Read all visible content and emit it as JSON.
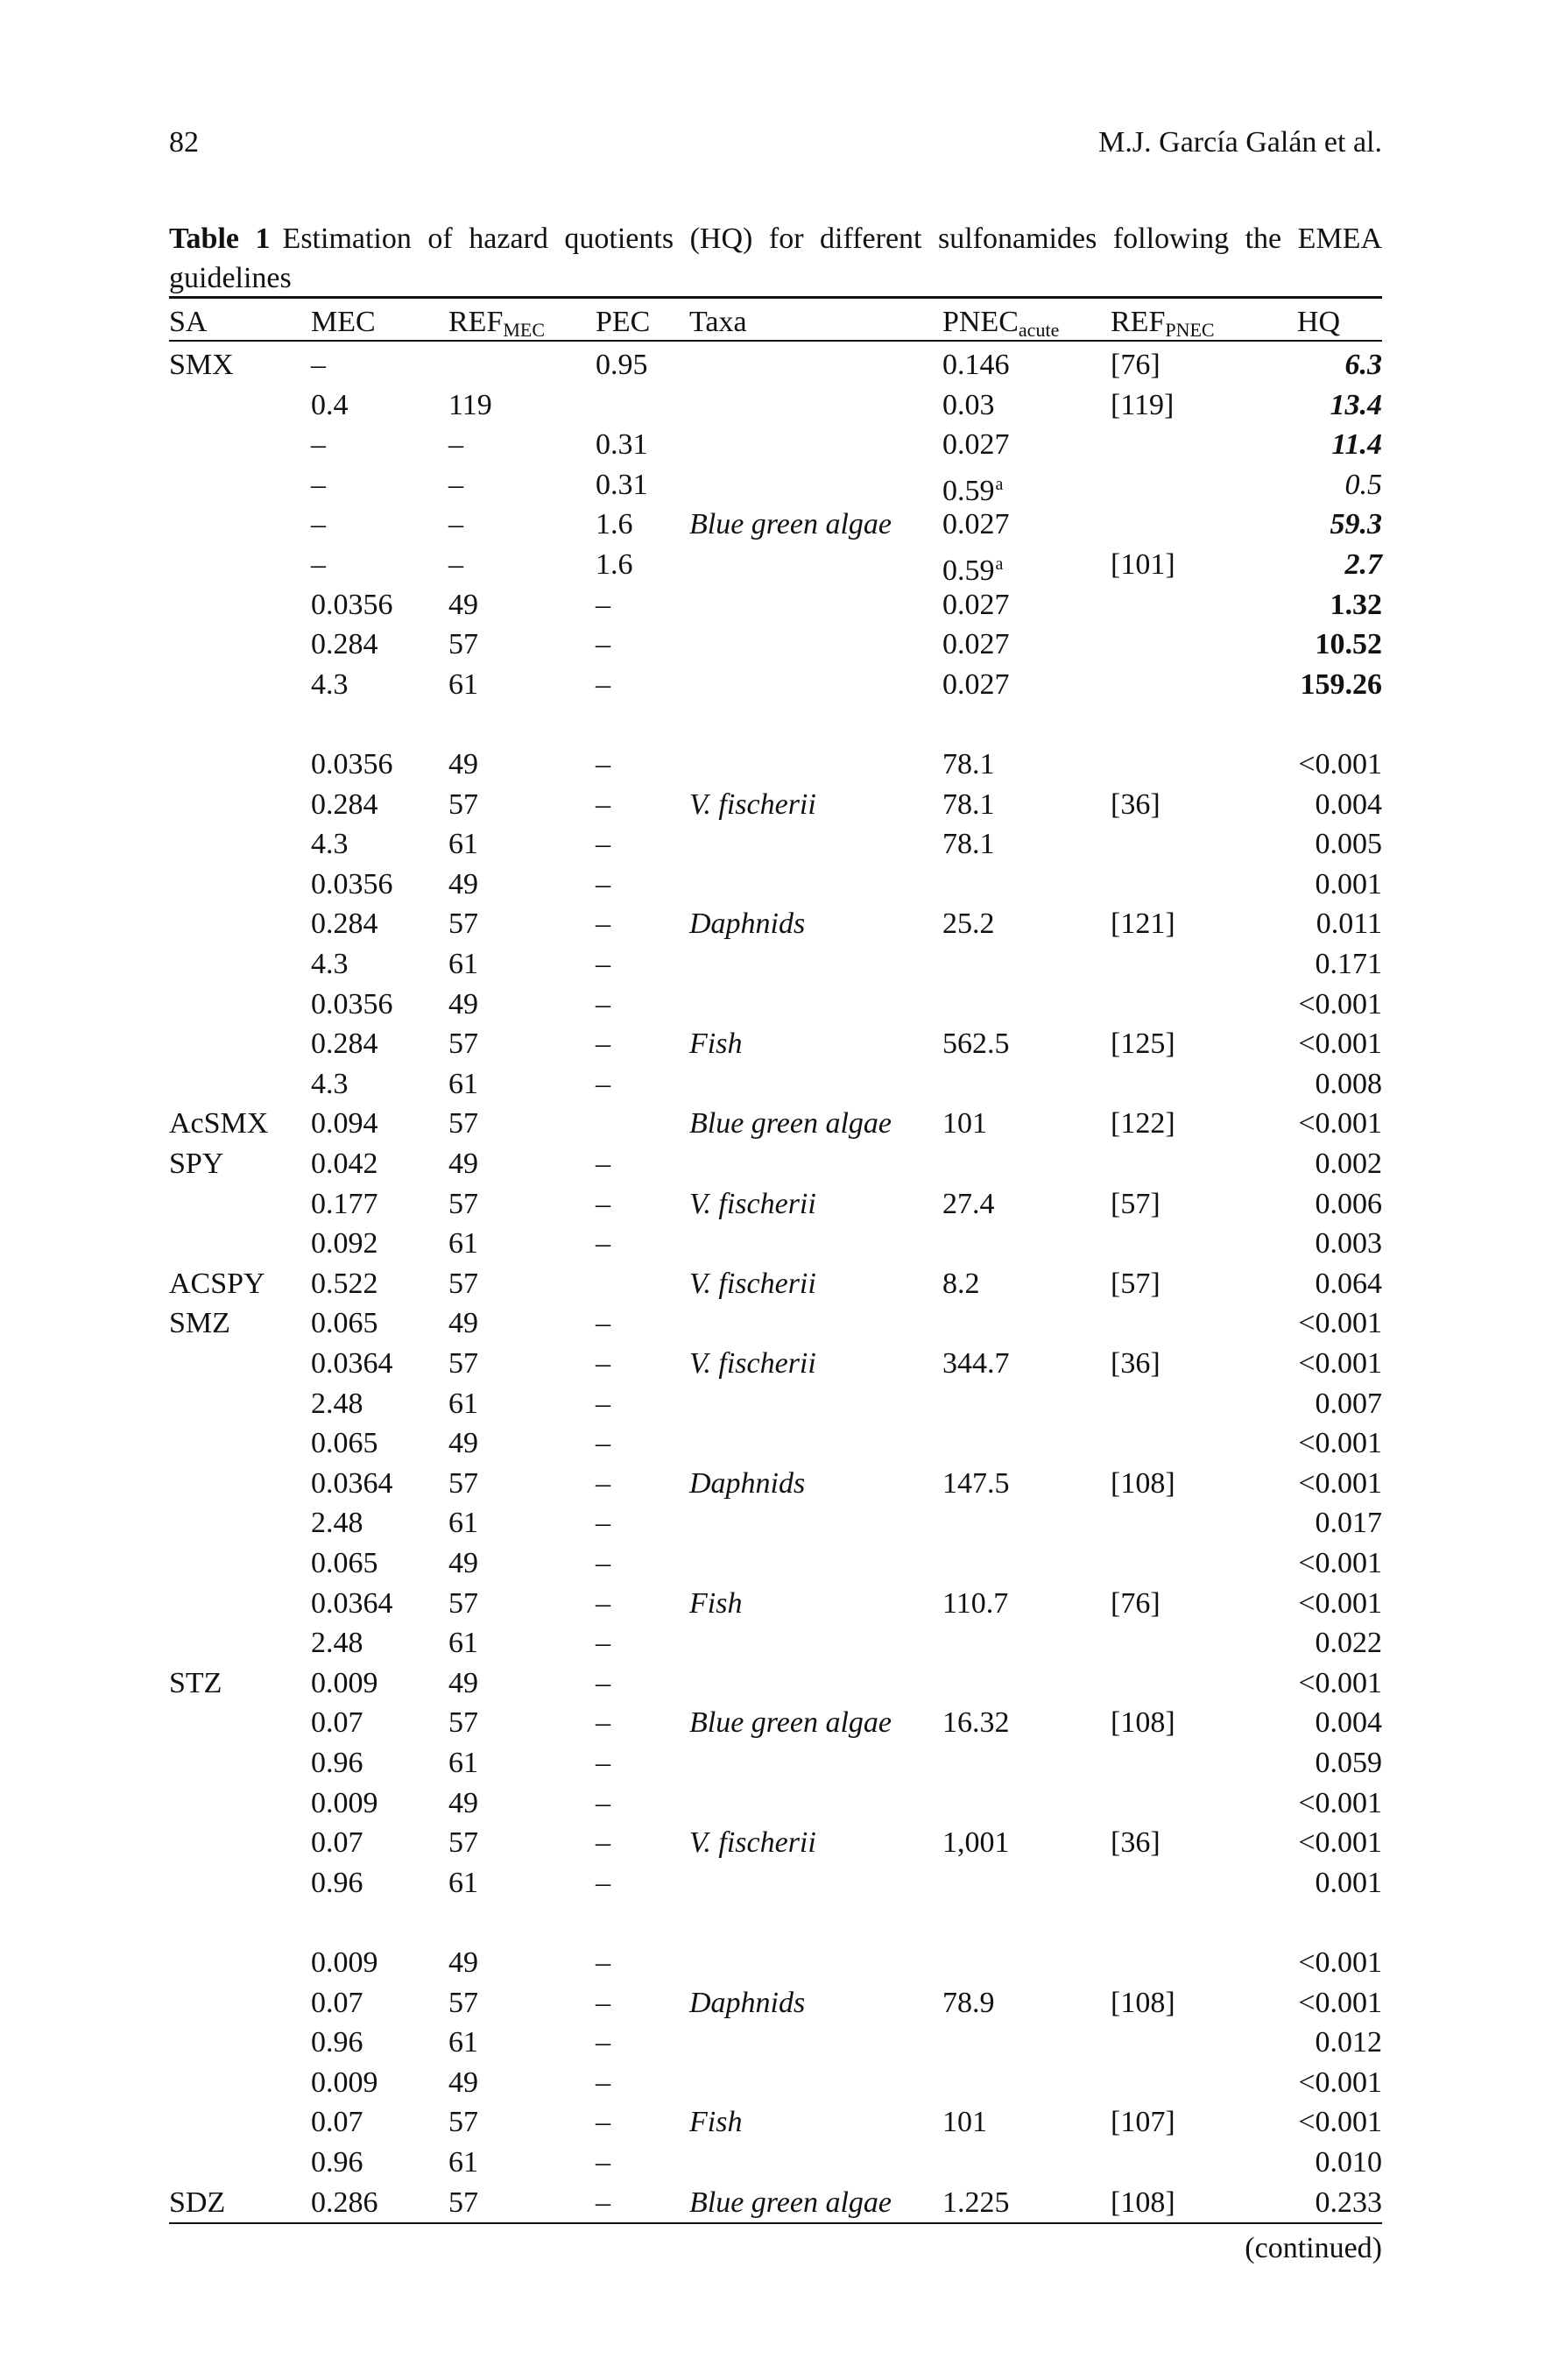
{
  "page": {
    "number": "82",
    "running_head": "M.J. García Galán et al.",
    "continued": "(continued)"
  },
  "caption": {
    "label": "Table 1",
    "text": "Estimation of hazard quotients (HQ) for different sulfonamides following the EMEA guidelines"
  },
  "columns": {
    "sa": "SA",
    "mec": "MEC",
    "refmec": "REF",
    "refmec_sub": "MEC",
    "pec": "PEC",
    "taxa": "Taxa",
    "pnec": "PNEC",
    "pnec_sub": "acute",
    "refpnec": "REF",
    "refpnec_sub": "PNEC",
    "hq": "HQ"
  },
  "rows": [
    {
      "sa": "SMX",
      "mec": "–",
      "refmec": "",
      "pec": "0.95",
      "taxa": "",
      "pnec": "0.146",
      "pnec_sup": "",
      "refpnec": "[76]",
      "hq": "6.3",
      "hq_style": "bi"
    },
    {
      "sa": "",
      "mec": "0.4",
      "refmec": "119",
      "pec": "",
      "taxa": "",
      "pnec": "0.03",
      "pnec_sup": "",
      "refpnec": "[119]",
      "hq": "13.4",
      "hq_style": "bi"
    },
    {
      "sa": "",
      "mec": "–",
      "refmec": "–",
      "pec": "0.31",
      "taxa": "",
      "pnec": "0.027",
      "pnec_sup": "",
      "refpnec": "",
      "hq": "11.4",
      "hq_style": "bi"
    },
    {
      "sa": "",
      "mec": "–",
      "refmec": "–",
      "pec": "0.31",
      "taxa": "",
      "pnec": "0.59",
      "pnec_sup": "a",
      "refpnec": "",
      "hq": "0.5",
      "hq_style": "i"
    },
    {
      "sa": "",
      "mec": "–",
      "refmec": "–",
      "pec": "1.6",
      "taxa": "Blue green algae",
      "pnec": "0.027",
      "pnec_sup": "",
      "refpnec": "",
      "hq": "59.3",
      "hq_style": "bi"
    },
    {
      "sa": "",
      "mec": "–",
      "refmec": "–",
      "pec": "1.6",
      "taxa": "",
      "pnec": "0.59",
      "pnec_sup": "a",
      "refpnec": "[101]",
      "hq": "2.7",
      "hq_style": "bi"
    },
    {
      "sa": "",
      "mec": "0.0356",
      "refmec": "49",
      "pec": "–",
      "taxa": "",
      "pnec": "0.027",
      "pnec_sup": "",
      "refpnec": "",
      "hq": "1.32",
      "hq_style": "b"
    },
    {
      "sa": "",
      "mec": "0.284",
      "refmec": "57",
      "pec": "–",
      "taxa": "",
      "pnec": "0.027",
      "pnec_sup": "",
      "refpnec": "",
      "hq": "10.52",
      "hq_style": "b"
    },
    {
      "sa": "",
      "mec": "4.3",
      "refmec": "61",
      "pec": "–",
      "taxa": "",
      "pnec": "0.027",
      "pnec_sup": "",
      "refpnec": "",
      "hq": "159.26",
      "hq_style": "b"
    },
    {
      "blank": true
    },
    {
      "sa": "",
      "mec": "0.0356",
      "refmec": "49",
      "pec": "–",
      "taxa": "",
      "pnec": "78.1",
      "pnec_sup": "",
      "refpnec": "",
      "hq": "<0.001",
      "hq_style": ""
    },
    {
      "sa": "",
      "mec": "0.284",
      "refmec": "57",
      "pec": "–",
      "taxa": "V. fischerii",
      "pnec": "78.1",
      "pnec_sup": "",
      "refpnec": "[36]",
      "hq": "0.004",
      "hq_style": ""
    },
    {
      "sa": "",
      "mec": "4.3",
      "refmec": "61",
      "pec": "–",
      "taxa": "",
      "pnec": "78.1",
      "pnec_sup": "",
      "refpnec": "",
      "hq": "0.005",
      "hq_style": ""
    },
    {
      "sa": "",
      "mec": "0.0356",
      "refmec": "49",
      "pec": "–",
      "taxa": "",
      "pnec": "",
      "pnec_sup": "",
      "refpnec": "",
      "hq": "0.001",
      "hq_style": ""
    },
    {
      "sa": "",
      "mec": "0.284",
      "refmec": "57",
      "pec": "–",
      "taxa": "Daphnids",
      "pnec": "25.2",
      "pnec_sup": "",
      "refpnec": "[121]",
      "hq": "0.011",
      "hq_style": ""
    },
    {
      "sa": "",
      "mec": "4.3",
      "refmec": "61",
      "pec": "–",
      "taxa": "",
      "pnec": "",
      "pnec_sup": "",
      "refpnec": "",
      "hq": "0.171",
      "hq_style": ""
    },
    {
      "sa": "",
      "mec": "0.0356",
      "refmec": "49",
      "pec": "–",
      "taxa": "",
      "pnec": "",
      "pnec_sup": "",
      "refpnec": "",
      "hq": "<0.001",
      "hq_style": ""
    },
    {
      "sa": "",
      "mec": "0.284",
      "refmec": "57",
      "pec": "–",
      "taxa": "Fish",
      "pnec": "562.5",
      "pnec_sup": "",
      "refpnec": "[125]",
      "hq": "<0.001",
      "hq_style": ""
    },
    {
      "sa": "",
      "mec": "4.3",
      "refmec": "61",
      "pec": "–",
      "taxa": "",
      "pnec": "",
      "pnec_sup": "",
      "refpnec": "",
      "hq": "0.008",
      "hq_style": ""
    },
    {
      "sa": "AcSMX",
      "mec": "0.094",
      "refmec": "57",
      "pec": "",
      "taxa": "Blue green algae",
      "pnec": "101",
      "pnec_sup": "",
      "refpnec": "[122]",
      "hq": "<0.001",
      "hq_style": ""
    },
    {
      "sa": "SPY",
      "mec": "0.042",
      "refmec": "49",
      "pec": "–",
      "taxa": "",
      "pnec": "",
      "pnec_sup": "",
      "refpnec": "",
      "hq": "0.002",
      "hq_style": ""
    },
    {
      "sa": "",
      "mec": "0.177",
      "refmec": "57",
      "pec": "–",
      "taxa": "V. fischerii",
      "pnec": "27.4",
      "pnec_sup": "",
      "refpnec": "[57]",
      "hq": "0.006",
      "hq_style": ""
    },
    {
      "sa": "",
      "mec": "0.092",
      "refmec": "61",
      "pec": "–",
      "taxa": "",
      "pnec": "",
      "pnec_sup": "",
      "refpnec": "",
      "hq": "0.003",
      "hq_style": ""
    },
    {
      "sa": "ACSPY",
      "mec": "0.522",
      "refmec": "57",
      "pec": "",
      "taxa": "V. fischerii",
      "pnec": "8.2",
      "pnec_sup": "",
      "refpnec": "[57]",
      "hq": "0.064",
      "hq_style": ""
    },
    {
      "sa": "SMZ",
      "mec": "0.065",
      "refmec": "49",
      "pec": "–",
      "taxa": "",
      "pnec": "",
      "pnec_sup": "",
      "refpnec": "",
      "hq": "<0.001",
      "hq_style": ""
    },
    {
      "sa": "",
      "mec": "0.0364",
      "refmec": "57",
      "pec": "–",
      "taxa": "V. fischerii",
      "pnec": "344.7",
      "pnec_sup": "",
      "refpnec": "[36]",
      "hq": "<0.001",
      "hq_style": ""
    },
    {
      "sa": "",
      "mec": "2.48",
      "refmec": "61",
      "pec": "–",
      "taxa": "",
      "pnec": "",
      "pnec_sup": "",
      "refpnec": "",
      "hq": "0.007",
      "hq_style": ""
    },
    {
      "sa": "",
      "mec": "0.065",
      "refmec": "49",
      "pec": "–",
      "taxa": "",
      "pnec": "",
      "pnec_sup": "",
      "refpnec": "",
      "hq": "<0.001",
      "hq_style": ""
    },
    {
      "sa": "",
      "mec": "0.0364",
      "refmec": "57",
      "pec": "–",
      "taxa": "Daphnids",
      "pnec": "147.5",
      "pnec_sup": "",
      "refpnec": "[108]",
      "hq": "<0.001",
      "hq_style": ""
    },
    {
      "sa": "",
      "mec": "2.48",
      "refmec": "61",
      "pec": "–",
      "taxa": "",
      "pnec": "",
      "pnec_sup": "",
      "refpnec": "",
      "hq": "0.017",
      "hq_style": ""
    },
    {
      "sa": "",
      "mec": "0.065",
      "refmec": "49",
      "pec": "–",
      "taxa": "",
      "pnec": "",
      "pnec_sup": "",
      "refpnec": "",
      "hq": "<0.001",
      "hq_style": ""
    },
    {
      "sa": "",
      "mec": "0.0364",
      "refmec": "57",
      "pec": "–",
      "taxa": "Fish",
      "pnec": "110.7",
      "pnec_sup": "",
      "refpnec": "[76]",
      "hq": "<0.001",
      "hq_style": ""
    },
    {
      "sa": "",
      "mec": "2.48",
      "refmec": "61",
      "pec": "–",
      "taxa": "",
      "pnec": "",
      "pnec_sup": "",
      "refpnec": "",
      "hq": "0.022",
      "hq_style": ""
    },
    {
      "sa": "STZ",
      "mec": "0.009",
      "refmec": "49",
      "pec": "–",
      "taxa": "",
      "pnec": "",
      "pnec_sup": "",
      "refpnec": "",
      "hq": "<0.001",
      "hq_style": ""
    },
    {
      "sa": "",
      "mec": "0.07",
      "refmec": "57",
      "pec": "–",
      "taxa": "Blue green algae",
      "pnec": "16.32",
      "pnec_sup": "",
      "refpnec": "[108]",
      "hq": "0.004",
      "hq_style": ""
    },
    {
      "sa": "",
      "mec": "0.96",
      "refmec": "61",
      "pec": "–",
      "taxa": "",
      "pnec": "",
      "pnec_sup": "",
      "refpnec": "",
      "hq": "0.059",
      "hq_style": ""
    },
    {
      "sa": "",
      "mec": "0.009",
      "refmec": "49",
      "pec": "–",
      "taxa": "",
      "pnec": "",
      "pnec_sup": "",
      "refpnec": "",
      "hq": "<0.001",
      "hq_style": ""
    },
    {
      "sa": "",
      "mec": "0.07",
      "refmec": "57",
      "pec": "–",
      "taxa": "V. fischerii",
      "pnec": "1,001",
      "pnec_sup": "",
      "refpnec": "[36]",
      "hq": "<0.001",
      "hq_style": ""
    },
    {
      "sa": "",
      "mec": "0.96",
      "refmec": "61",
      "pec": "–",
      "taxa": "",
      "pnec": "",
      "pnec_sup": "",
      "refpnec": "",
      "hq": "0.001",
      "hq_style": ""
    },
    {
      "blank": true
    },
    {
      "sa": "",
      "mec": "0.009",
      "refmec": "49",
      "pec": "–",
      "taxa": "",
      "pnec": "",
      "pnec_sup": "",
      "refpnec": "",
      "hq": "<0.001",
      "hq_style": ""
    },
    {
      "sa": "",
      "mec": "0.07",
      "refmec": "57",
      "pec": "–",
      "taxa": "Daphnids",
      "pnec": "78.9",
      "pnec_sup": "",
      "refpnec": "[108]",
      "hq": "<0.001",
      "hq_style": ""
    },
    {
      "sa": "",
      "mec": "0.96",
      "refmec": "61",
      "pec": "–",
      "taxa": "",
      "pnec": "",
      "pnec_sup": "",
      "refpnec": "",
      "hq": "0.012",
      "hq_style": ""
    },
    {
      "sa": "",
      "mec": "0.009",
      "refmec": "49",
      "pec": "–",
      "taxa": "",
      "pnec": "",
      "pnec_sup": "",
      "refpnec": "",
      "hq": "<0.001",
      "hq_style": ""
    },
    {
      "sa": "",
      "mec": "0.07",
      "refmec": "57",
      "pec": "–",
      "taxa": "Fish",
      "pnec": "101",
      "pnec_sup": "",
      "refpnec": "[107]",
      "hq": "<0.001",
      "hq_style": ""
    },
    {
      "sa": "",
      "mec": "0.96",
      "refmec": "61",
      "pec": "–",
      "taxa": "",
      "pnec": "",
      "pnec_sup": "",
      "refpnec": "",
      "hq": "0.010",
      "hq_style": ""
    },
    {
      "sa": "SDZ",
      "mec": "0.286",
      "refmec": "57",
      "pec": "–",
      "taxa": "Blue green algae",
      "pnec": "1.225",
      "pnec_sup": "",
      "refpnec": "[108]",
      "hq": "0.233",
      "hq_style": ""
    }
  ]
}
